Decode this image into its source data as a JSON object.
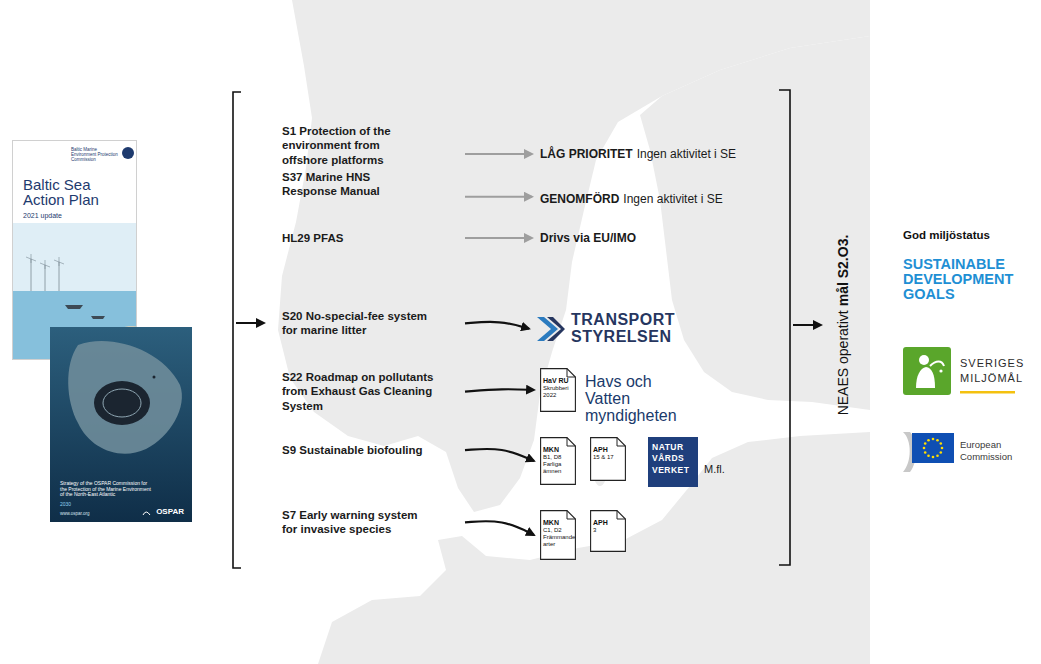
{
  "diagram": {
    "nodes": [
      {
        "text": [
          "Baltic Sea Action Plan",
          "2021 update",
          "Baltic Marine Environment Protection Commission"
        ]
      },
      {
        "text": [
          "Strategy of the OSPAR Commission for the Protection of the Marine Environment of the North-East Atlantic",
          "2030",
          "www.ospar.org",
          "OSPAR"
        ]
      },
      {
        "text": [
          "S1 Protection of the environment from offshore platforms"
        ]
      },
      {
        "text": [
          "LÅG PRIORITET",
          "Ingen aktivitet i SE"
        ]
      },
      {
        "text": [
          "S37 Marine HNS Response Manual"
        ]
      },
      {
        "text": [
          "GENOMFÖRD",
          "Ingen aktivitet i SE"
        ]
      },
      {
        "text": [
          "HL29 PFAS"
        ]
      },
      {
        "text": [
          "Drivs via EU/IMO"
        ]
      },
      {
        "text": [
          "S20 No-special-fee system for marine litter"
        ]
      },
      {
        "text": [
          "TRANSPORT STYRELSEN"
        ]
      },
      {
        "text": [
          "S22 Roadmap on pollutants from Exhaust Gas Cleaning System"
        ]
      },
      {
        "text": [
          "HaV RU",
          "Skrubberi 2022"
        ]
      },
      {
        "text": [
          "Havs och Vatten myndigheten"
        ]
      },
      {
        "text": [
          "S9 Sustainable biofouling"
        ]
      },
      {
        "text": [
          "MKN",
          "B1, D8 Farliga ämnen"
        ]
      },
      {
        "text": [
          "APH",
          "15 & 17"
        ]
      },
      {
        "text": [
          "NATUR VÅRDS VERKET"
        ]
      },
      {
        "text": [
          "S7 Early warning system for invasive species"
        ]
      },
      {
        "text": [
          "MKN",
          "C1, D2 Främmande arter"
        ]
      },
      {
        "text": [
          "APH",
          "3"
        ]
      }
    ],
    "edges": [
      {
        "from": 2,
        "to": 3,
        "arrow": "to"
      },
      {
        "from": 4,
        "to": 5,
        "arrow": "to"
      },
      {
        "from": 6,
        "to": 7,
        "arrow": "to"
      },
      {
        "from": 8,
        "to": 9,
        "arrow": "to"
      },
      {
        "from": 10,
        "to": 11,
        "arrow": "to"
      },
      {
        "from": 13,
        "to": 14,
        "arrow": "to"
      },
      {
        "from": 17,
        "to": 18,
        "arrow": "to"
      }
    ],
    "labels": [
      "M.fl.",
      "NEAES operativt",
      "mål S2.O3.",
      "God miljöstatus",
      "SUSTAINABLE DEVELOPMENT GOALS",
      "SVERIGES MILJÖMÅL",
      "European Commission"
    ]
  }
}
